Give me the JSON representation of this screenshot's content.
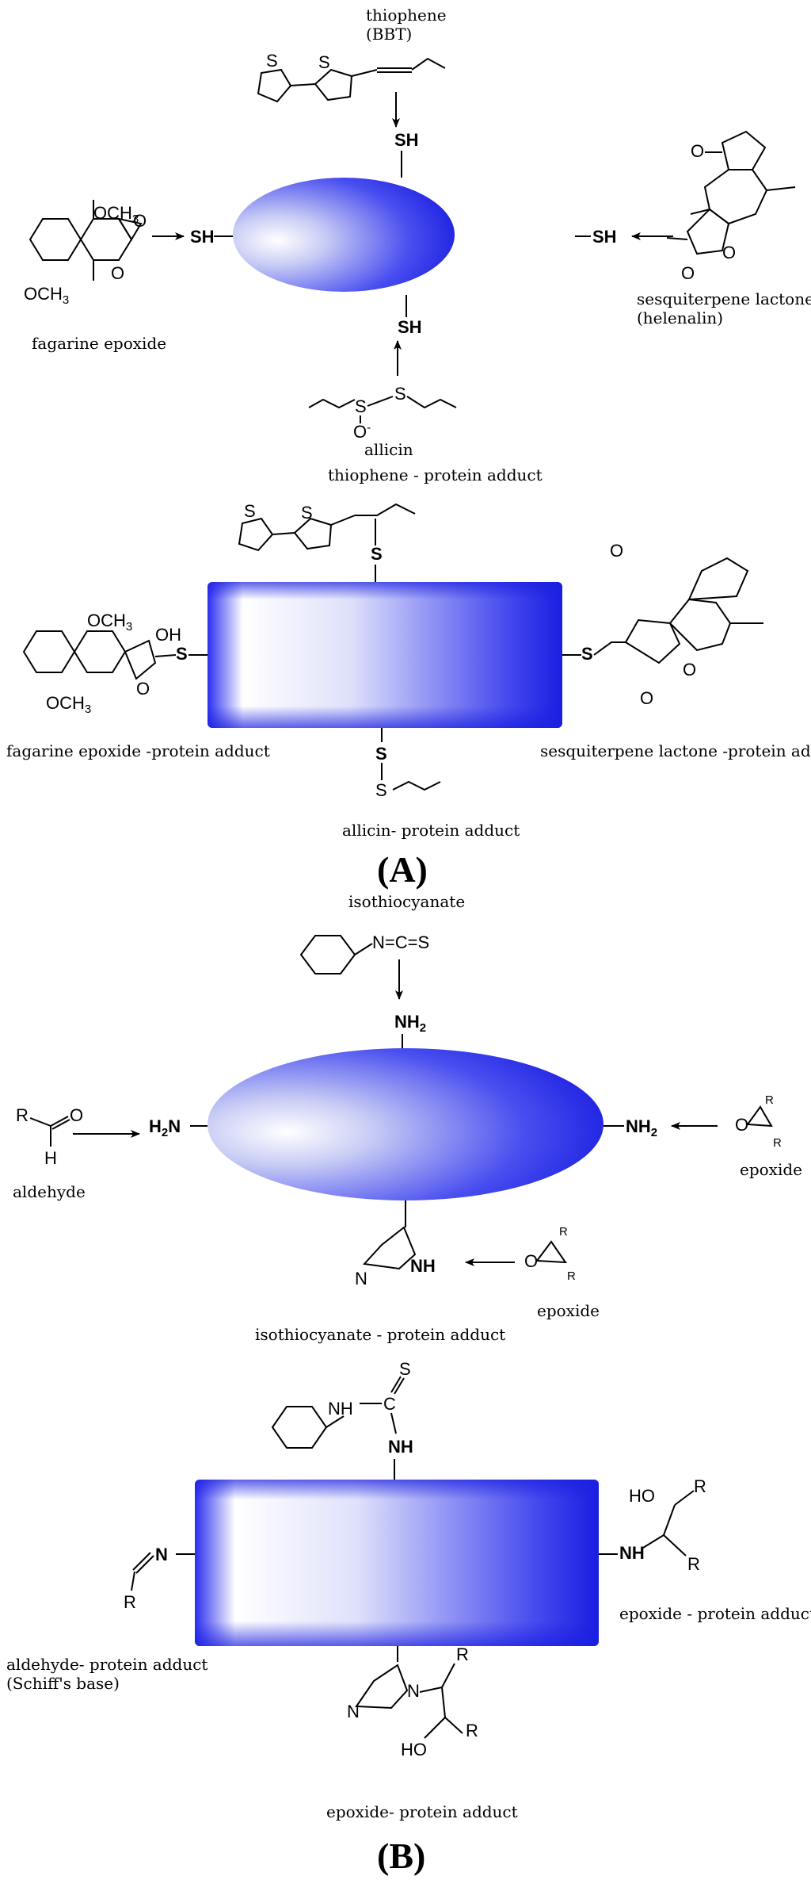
{
  "panel_a": {
    "label": "(A)",
    "reagents": {
      "top": "thiophene",
      "top_sub": "(BBT)",
      "left": "fagarine epoxide",
      "right": "sesquiterpene lactone",
      "right_sub": "(helenalin)",
      "bottom": "allicin"
    },
    "thiol_label": "SH",
    "adducts": {
      "top": "thiophene - protein adduct",
      "left": "fagarine epoxide -protein adduct",
      "right": "sesquiterpene lactone -protein adduct",
      "bottom": "allicin- protein adduct"
    },
    "atoms": {
      "S": "S",
      "O": "O",
      "O_minus": "O",
      "charge": "-",
      "OH": "OH",
      "OCH3": "OCH",
      "sub3": "3"
    }
  },
  "panel_b": {
    "label": "(B)",
    "reagents": {
      "top": "isothiocyanate",
      "left": "aldehyde",
      "right": "epoxide",
      "bottom": "epoxide"
    },
    "amine_label": "NH",
    "amine_sub": "2",
    "amine_left": "H",
    "amine_left_sub": "2",
    "amine_left_n": "N",
    "adducts": {
      "top": "isothiocyanate - protein adduct",
      "left": "aldehyde- protein adduct",
      "left_sub": "(Schiff's base)",
      "right": "epoxide -  protein adduct",
      "bottom": "epoxide- protein adduct"
    },
    "atoms": {
      "R": "R",
      "O": "O",
      "H": "H",
      "N": "N",
      "C": "C",
      "S": "S",
      "NH": "NH",
      "HO": "HO",
      "NCS": "N=C=S"
    }
  }
}
